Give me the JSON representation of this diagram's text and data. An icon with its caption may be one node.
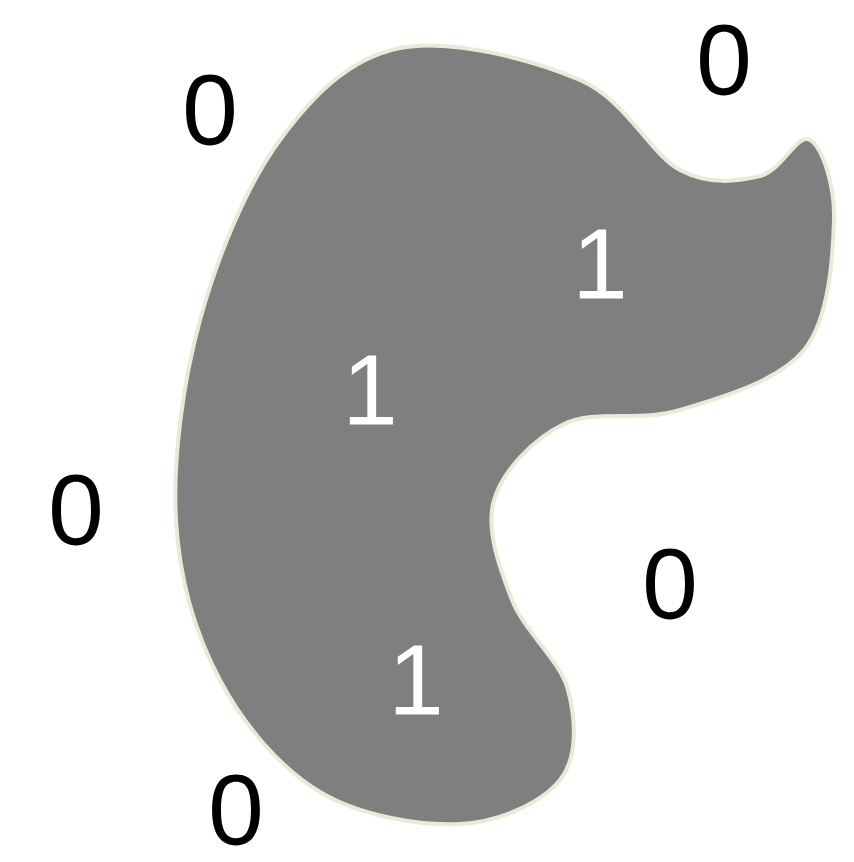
{
  "diagram": {
    "nodes": [
      {
        "text": [
          "1",
          "1",
          "1"
        ]
      }
    ],
    "labels": [
      "0",
      "0",
      "0",
      "0",
      "0"
    ]
  }
}
